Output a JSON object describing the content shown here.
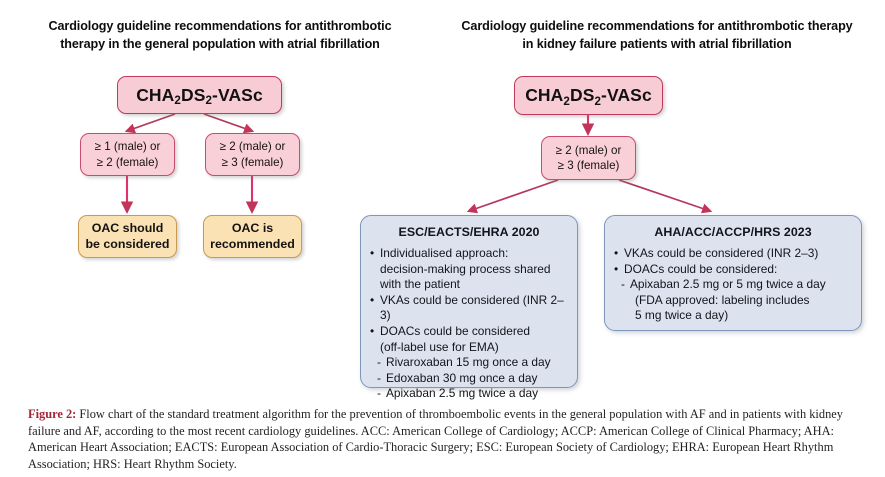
{
  "figure": {
    "columns": {
      "left_title": "Cardiology guideline recommendations for antithrombotic therapy in the general population with atrial fibrillation",
      "right_title": "Cardiology guideline recommendations for antithrombotic therapy in kidney failure patients with atrial fibrillation"
    },
    "left_flow": {
      "root": {
        "prefix": "CHA",
        "sub1": "2",
        "mid": "DS",
        "sub2": "2",
        "suffix": "-VASc"
      },
      "score_boxes": [
        {
          "line1": "≥ 1 (male) or",
          "line2": "≥ 2 (female)"
        },
        {
          "line1": "≥ 2 (male) or",
          "line2": "≥ 3 (female)"
        }
      ],
      "outcome_boxes": [
        {
          "line1": "OAC should",
          "line2": "be considered"
        },
        {
          "line1": "OAC is",
          "line2": "recommended"
        }
      ]
    },
    "right_flow": {
      "root": {
        "prefix": "CHA",
        "sub1": "2",
        "mid": "DS",
        "sub2": "2",
        "suffix": "-VASc"
      },
      "score_box": {
        "line1": "≥ 2 (male) or",
        "line2": "≥ 3 (female)"
      },
      "panels": [
        {
          "title": "ESC/EACTS/EHRA 2020",
          "items": [
            {
              "level": 1,
              "text": "Individualised approach:"
            },
            {
              "level": 0,
              "text": "decision-making process shared"
            },
            {
              "level": 0,
              "text": "with the patient"
            },
            {
              "level": 1,
              "text": "VKAs could be considered (INR 2–3)"
            },
            {
              "level": 1,
              "text": "DOACs could be considered"
            },
            {
              "level": 0,
              "text": "(off-label use for EMA)"
            },
            {
              "level": 2,
              "text": "Rivaroxaban 15 mg once a day"
            },
            {
              "level": 2,
              "text": "Edoxaban 30 mg once a day"
            },
            {
              "level": 2,
              "text": "Apixaban 2.5 mg twice a day"
            }
          ]
        },
        {
          "title": "AHA/ACC/ACCP/HRS 2023",
          "items": [
            {
              "level": 1,
              "text": "VKAs could be considered (INR 2–3)"
            },
            {
              "level": 1,
              "text": "DOACs could be considered:"
            },
            {
              "level": 2,
              "text": "Apixaban 2.5 mg or 5 mg twice a day"
            },
            {
              "level": 3,
              "text": "(FDA approved: labeling includes"
            },
            {
              "level": 3,
              "text": "5 mg twice a day)"
            }
          ]
        }
      ]
    },
    "caption": {
      "label": "Figure 2:",
      "text": " Flow chart of the standard treatment algorithm for the prevention of thromboembolic events in the general population with AF and in patients with kidney failure and AF, according to the most recent cardiology guidelines. ACC: American College of Cardiology; ACCP: American College of Clinical Pharmacy; AHA: American Heart Association; EACTS: European Association of Cardio-Thoracic Surgery; ESC: European Society of Cardiology; EHRA: European Heart Rhythm Association; HRS: Heart Rhythm Society."
    },
    "colors": {
      "pink_fill": "#f8ccd5",
      "pink_border": "#c2395f",
      "cream_fill": "#fbe2b4",
      "cream_border": "#c79a52",
      "blue_fill": "#dde3ee",
      "blue_border": "#7e96bb",
      "arrow": "#c2355a",
      "caption_label": "#a32638"
    }
  }
}
